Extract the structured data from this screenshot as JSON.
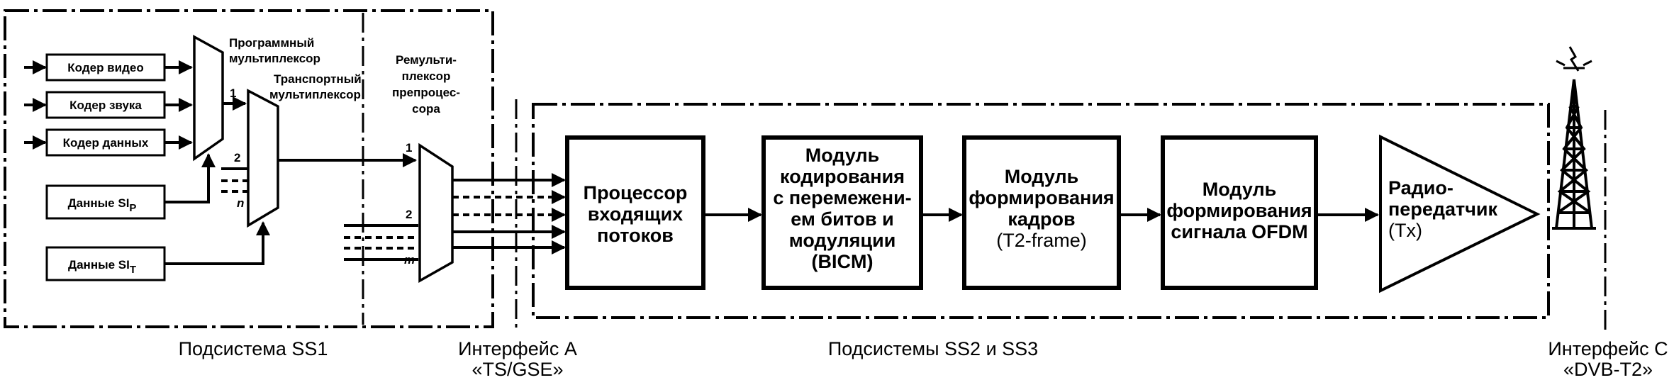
{
  "blocks": {
    "video_encoder": "Кодер видео",
    "audio_encoder": "Кодер звука",
    "data_encoder": "Кодер данных",
    "si_p_main": "Данные SI",
    "si_p_sub": "P",
    "si_t_main": "Данные SI",
    "si_t_sub": "T"
  },
  "muxes": {
    "program_mux_line1": "Программный",
    "program_mux_line2": "мультиплексор",
    "transport_mux_line1": "Транспортный",
    "transport_mux_line2": "мультиплексор",
    "remux_line1": "Ремульти-",
    "remux_line2": "плексор",
    "remux_line3": "препроцес-",
    "remux_line4": "сора"
  },
  "ports": {
    "tm_in_1": "1",
    "tm_in_2": "2",
    "tm_in_n": "n",
    "rm_in_1": "1",
    "rm_in_2": "2",
    "rm_in_m": "m"
  },
  "processing": {
    "input_processor": [
      "Процессор",
      "входящих",
      "потоков"
    ],
    "bicm": [
      "Модуль",
      "кодирования",
      "с перемежени-",
      "ем битов и",
      "модуляции",
      "(BICM)"
    ],
    "frame_builder": [
      "Модуль",
      "формирования",
      "кадров",
      "(T2-frame)"
    ],
    "ofdm": [
      "Модуль",
      "формирования",
      "сигнала OFDM"
    ],
    "transmitter": [
      "Радио-",
      "передатчик",
      "(Tx)"
    ]
  },
  "captions": {
    "subsystem_ss1": "Подсистема SS1",
    "interface_a_line1": "Интерфейс A",
    "interface_a_line2": "«TS/GSE»",
    "subsystems_ss2_ss3": "Подсистемы SS2 и SS3",
    "interface_c_line1": "Интерфейс C",
    "interface_c_line2": "«DVB-T2»"
  }
}
